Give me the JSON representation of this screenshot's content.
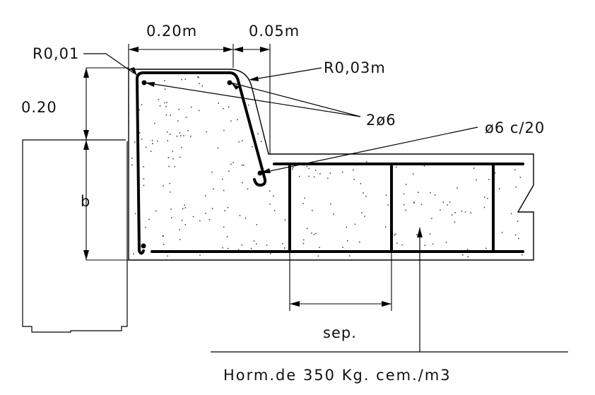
{
  "labels": {
    "dim_width_left": "0.20m",
    "dim_width_right": "0.05m",
    "radius_small": "R0,01",
    "radius_large": "R0,03m",
    "dim_height": "0.20",
    "bars_longitudinal": "2ø6",
    "stirrups": "ø6 c/20",
    "dim_b": "b",
    "spacing": "sep.",
    "concrete_spec": "Horm.de 350 Kg. cem./m3"
  }
}
